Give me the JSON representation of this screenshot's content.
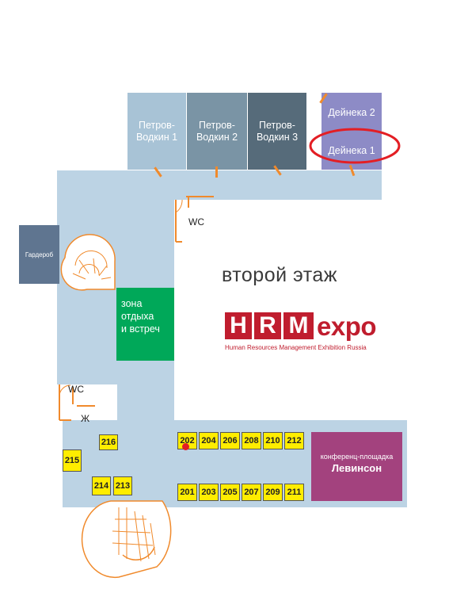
{
  "halls": {
    "petrov1": [
      "Петров-",
      "Водкин 1"
    ],
    "petrov2": [
      "Петров-",
      "Водкин 2"
    ],
    "petrov3": [
      "Петров-",
      "Водкин 3"
    ],
    "deineka2": "Дейнека 2",
    "deineka1": "Дейнека 1",
    "wardrobe": "Гардероб",
    "rest_zone": [
      "зона",
      "отдыха",
      "и встреч"
    ],
    "conference": {
      "subtitle": "конференц-площадка",
      "name": "Левинсон"
    }
  },
  "wc_top": "WC",
  "wc_left": "WC",
  "women_mark": "Ж",
  "floor_title": "второй этаж",
  "logo": {
    "h": "H",
    "r": "R",
    "m": "M",
    "expo": "expo",
    "tagline": "Human Resources Management Exhibition Russia"
  },
  "booths_top": [
    "202",
    "204",
    "206",
    "208",
    "210",
    "212"
  ],
  "booths_bottom": [
    "201",
    "203",
    "205",
    "207",
    "209",
    "211"
  ],
  "booths_left": {
    "b216": "216",
    "b215": "215",
    "b214": "214",
    "b213": "213"
  },
  "colors": {
    "corridor": "#bcd3e4",
    "petrov1": "#a8c3d6",
    "petrov2": "#7a94a5",
    "petrov3": "#566b7a",
    "deineka": "#8d8bc6",
    "wardrobe": "#5f7590",
    "rest_zone": "#00a859",
    "conference": "#a3427e",
    "booth": "#ffed00",
    "logo_red": "#c01d2e",
    "highlight": "#e31e24",
    "door": "#f08a2c"
  }
}
